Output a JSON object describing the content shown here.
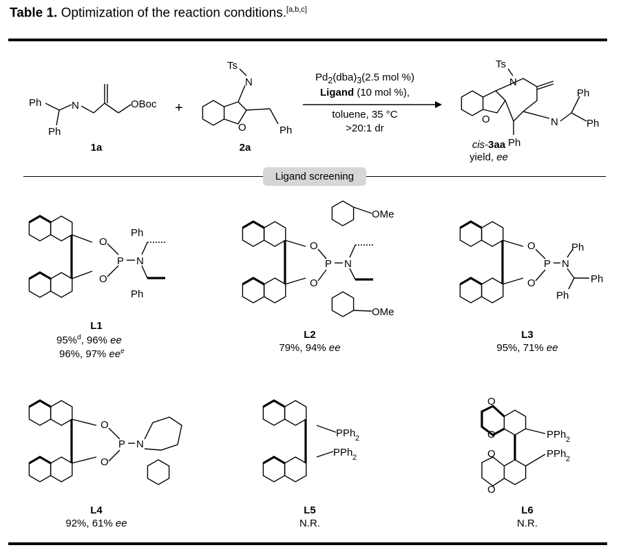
{
  "table": {
    "label": "Table 1.",
    "caption": "Optimization of the reaction conditions.",
    "footnote_refs": "[a,b,c]"
  },
  "scheme": {
    "reactant1_id": "1a",
    "reactant2_id": "2a",
    "plus_sign": "+",
    "conditions": {
      "line1_a": "Pd",
      "line1_sub1": "2",
      "line1_b": "(dba)",
      "line1_sub2": "3",
      "line1_c": "(2.5 mol %)",
      "line2_bold": "Ligand",
      "line2_rest": " (10 mol %),",
      "line3": "toluene, 35 °C",
      "line4": ">20:1 dr"
    },
    "product_prefix": "cis-",
    "product_id": "3aa",
    "product_note_a": "yield, ",
    "product_note_b": "ee"
  },
  "section_header": "Ligand screening",
  "ligands": [
    {
      "id": "L1",
      "result_line1": "95%",
      "result_sup": "d",
      "result_line1b": ", 96% ",
      "ee": "ee",
      "result_line2": "96%, 97% ",
      "ee2": "ee",
      "ee2_sup": "e"
    },
    {
      "id": "L2",
      "result_line1": "79%, 94% ",
      "ee": "ee"
    },
    {
      "id": "L3",
      "result_line1": "95%, 71% ",
      "ee": "ee"
    },
    {
      "id": "L4",
      "result_line1": "92%, 61% ",
      "ee": "ee"
    },
    {
      "id": "L5",
      "result_line1": "N.R."
    },
    {
      "id": "L6",
      "result_line1": "N.R."
    }
  ],
  "atom_labels": {
    "Ph": "Ph",
    "N": "N",
    "OBoc": "OBoc",
    "Ts": "Ts",
    "O": "O",
    "P": "P",
    "OMe": "OMe",
    "PPh2": "PPh",
    "sub2": "2"
  }
}
